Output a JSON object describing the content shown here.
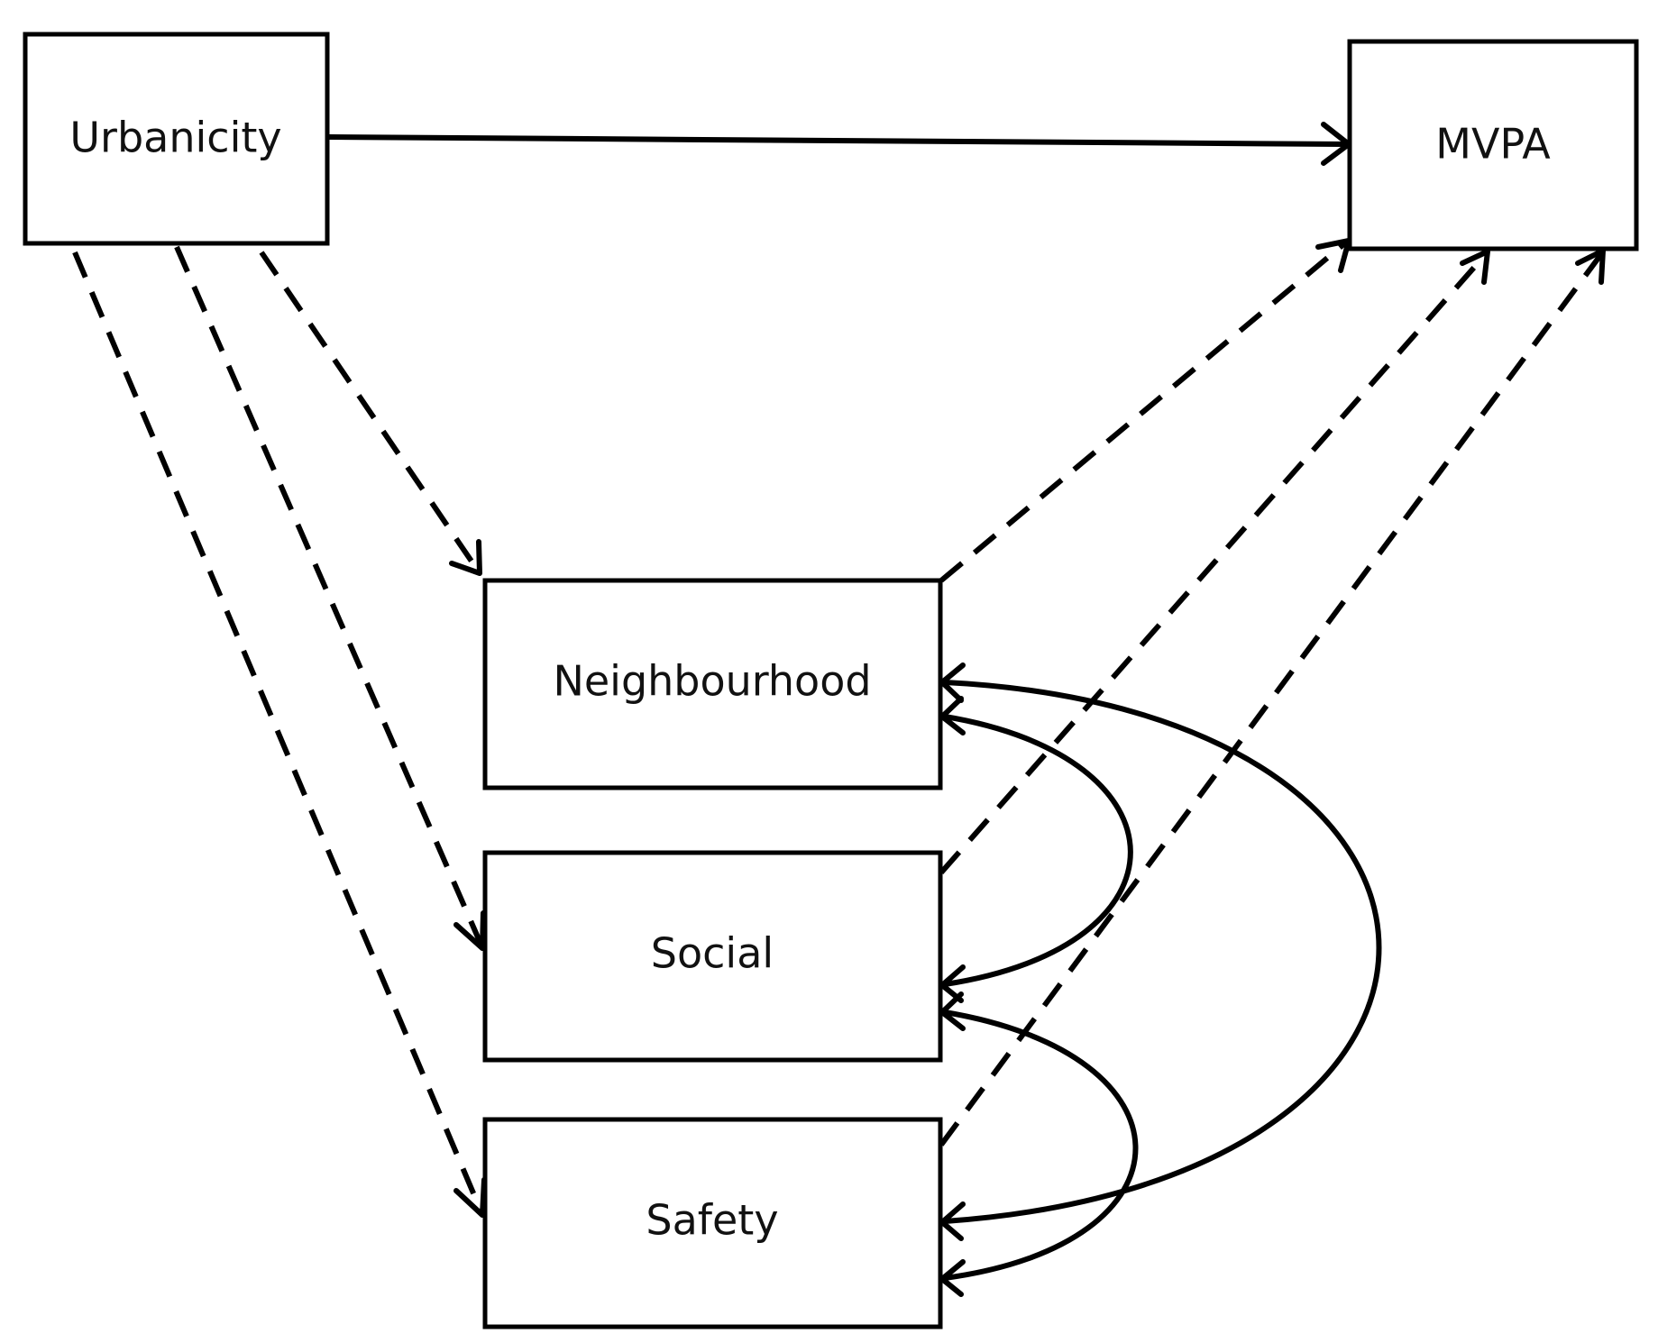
{
  "nodes": {
    "urbanicity": "Urbanicity",
    "mvpa": "MVPA",
    "neighbourhood": "Neighbourhood",
    "social": "Social",
    "safety": "Safety"
  },
  "edges": [
    {
      "from": "Urbanicity",
      "to": "MVPA",
      "style": "solid"
    },
    {
      "from": "Urbanicity",
      "to": "Neighbourhood",
      "style": "dashed"
    },
    {
      "from": "Urbanicity",
      "to": "Social",
      "style": "dashed"
    },
    {
      "from": "Urbanicity",
      "to": "Safety",
      "style": "dashed"
    },
    {
      "from": "Neighbourhood",
      "to": "MVPA",
      "style": "dashed"
    },
    {
      "from": "Social",
      "to": "MVPA",
      "style": "dashed"
    },
    {
      "from": "Safety",
      "to": "MVPA",
      "style": "dashed"
    },
    {
      "between": [
        "Neighbourhood",
        "Social"
      ],
      "style": "solid",
      "type": "correlation"
    },
    {
      "between": [
        "Social",
        "Safety"
      ],
      "style": "solid",
      "type": "correlation"
    },
    {
      "between": [
        "Neighbourhood",
        "Safety"
      ],
      "style": "solid",
      "type": "correlation"
    }
  ],
  "colors": {
    "line": "#000000",
    "background": "#ffffff"
  }
}
